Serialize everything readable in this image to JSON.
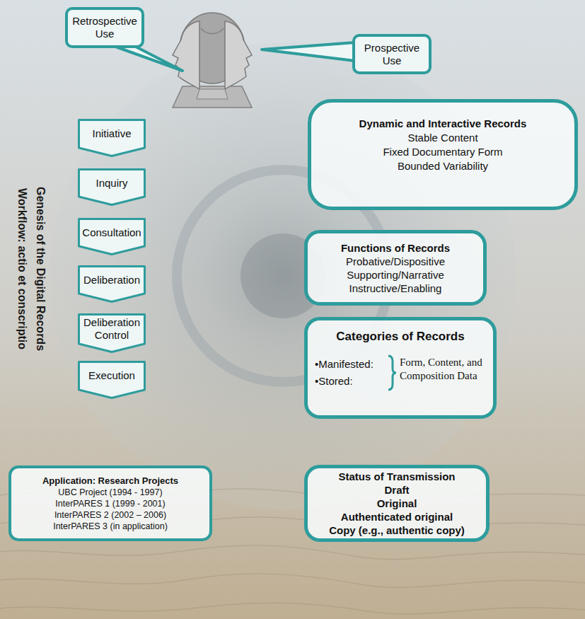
{
  "diagram": {
    "nodes": [
      {
        "text": [
          "Retrospective Use"
        ]
      },
      {
        "text": [
          "Prospective Use"
        ]
      },
      {
        "text": [
          "Dynamic and Interactive Records",
          "Stable Content",
          "Fixed Documentary Form",
          "Bounded Variability"
        ]
      },
      {
        "text": [
          "Initiative"
        ]
      },
      {
        "text": [
          "Inquiry"
        ]
      },
      {
        "text": [
          "Consultation"
        ]
      },
      {
        "text": [
          "Deliberation"
        ]
      },
      {
        "text": [
          "Deliberation Control"
        ]
      },
      {
        "text": [
          "Execution"
        ]
      },
      {
        "text": [
          "Functions of Records",
          "Probative/Dispositive",
          "Supporting/Narrative",
          "Instructive/Enabling"
        ]
      },
      {
        "text": [
          "Categories of Records",
          "•Manifested:",
          "•Stored:",
          "Form, Content, and Composition Data"
        ]
      },
      {
        "text": [
          "Application: Research Projects",
          "UBC Project (1994 - 1997)",
          "InterPARES 1 (1999 - 2001)",
          "InterPARES 2 (2002 – 2006)",
          "InterPARES 3 (in application)"
        ]
      },
      {
        "text": [
          "Status of Transmission",
          "Draft",
          "Original",
          "Authenticated original",
          "Copy (e.g., authentic copy)"
        ]
      }
    ],
    "labels": [
      "Genesis of the Digital Records",
      "Workflow: actio et conscriptio"
    ]
  }
}
